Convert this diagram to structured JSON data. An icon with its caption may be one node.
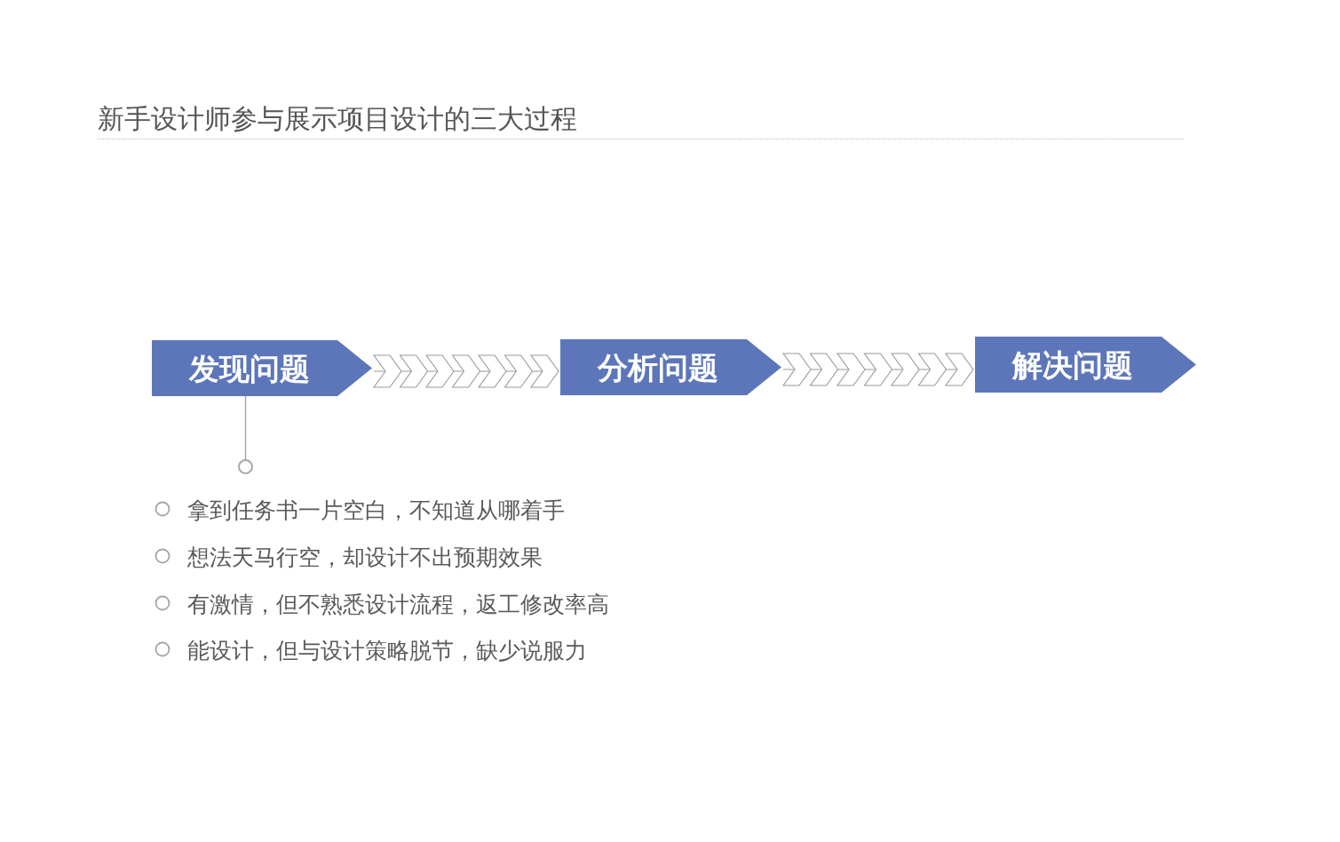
{
  "diagram": {
    "title": "新手设计师参与展示项目设计的三大过程",
    "nodes": [
      {
        "text": [
          "发现问题"
        ]
      },
      {
        "text": [
          "分析问题"
        ]
      },
      {
        "text": [
          "解决问题"
        ]
      },
      {
        "text": [],
        "shape": "circle"
      }
    ],
    "edges": [
      {
        "from": 0,
        "to": 1,
        "arrow": "to"
      },
      {
        "from": 1,
        "to": 2,
        "arrow": "to"
      },
      {
        "from": 0,
        "to": 3,
        "arrow": "none"
      }
    ],
    "labels": [
      "拿到任务书一片空白，不知道从哪着手",
      "想法天马行空，却设计不出预期效果",
      "有激情，但不熟悉设计流程，返工修改率高",
      "能设计，但与设计策略脱节，缺少说服力"
    ]
  }
}
